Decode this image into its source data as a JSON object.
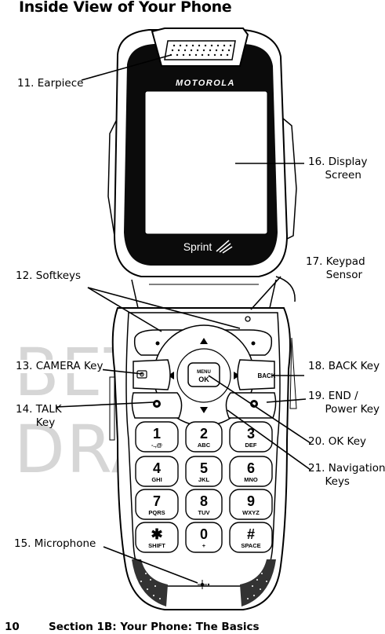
{
  "page": {
    "title": "Inside View of Your Phone",
    "page_number": "10",
    "section": "Section 1B: Your Phone: The Basics",
    "watermark": "BETA DRAFT"
  },
  "phone": {
    "brand": "MOTOROLA",
    "carrier": "Sprint"
  },
  "callouts": [
    {
      "id": "earpiece",
      "text": "11. Earpiece"
    },
    {
      "id": "display",
      "text": "16. Display\n     Screen"
    },
    {
      "id": "keypad-sensor",
      "text": "17. Keypad\n      Sensor"
    },
    {
      "id": "softkeys",
      "text": "12. Softkeys"
    },
    {
      "id": "camera",
      "text": "13. CAMERA Key"
    },
    {
      "id": "back",
      "text": "18. BACK Key"
    },
    {
      "id": "talk",
      "text": "14. TALK\n      Key"
    },
    {
      "id": "end",
      "text": "19. END /\n     Power Key"
    },
    {
      "id": "ok",
      "text": "20. OK Key"
    },
    {
      "id": "navigation",
      "text": "21. Navigation\n     Keys"
    },
    {
      "id": "microphone",
      "text": "15. Microphone"
    }
  ],
  "keypad": {
    "menu_label": "MENU",
    "ok_label": "OK",
    "back_label": "BACK",
    "keys": [
      {
        "digit": "1",
        "letters": "-.,@"
      },
      {
        "digit": "2",
        "letters": "ABC"
      },
      {
        "digit": "3",
        "letters": "DEF"
      },
      {
        "digit": "4",
        "letters": "GHI"
      },
      {
        "digit": "5",
        "letters": "JKL"
      },
      {
        "digit": "6",
        "letters": "MNO"
      },
      {
        "digit": "7",
        "letters": "PQRS"
      },
      {
        "digit": "8",
        "letters": "TUV"
      },
      {
        "digit": "9",
        "letters": "WXYZ"
      },
      {
        "digit": "✱",
        "letters": "SHIFT"
      },
      {
        "digit": "0",
        "letters": "+"
      },
      {
        "digit": "#",
        "letters": "SPACE"
      }
    ]
  }
}
